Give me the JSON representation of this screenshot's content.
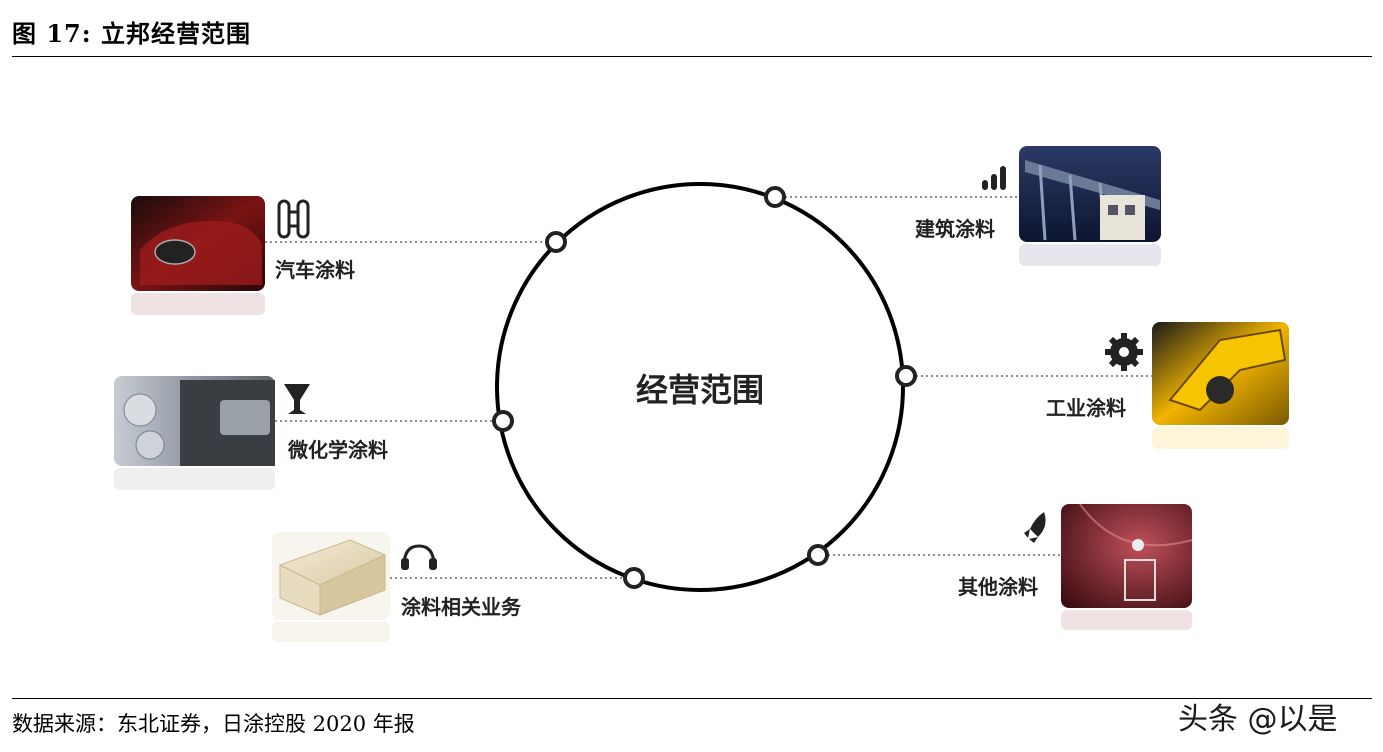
{
  "figure": {
    "title": "图  17:  立邦经营范围",
    "source": "数据来源：东北证券，日涂控股 2020 年报",
    "watermark": "头条 @以是"
  },
  "diagram": {
    "center_label": "经营范围",
    "items": [
      {
        "label": "汽车涂料",
        "icon": "chain-link-icon"
      },
      {
        "label": "微化学涂料",
        "icon": "wine-glass-icon"
      },
      {
        "label": "涂料相关业务",
        "icon": "headphones-icon"
      },
      {
        "label": "建筑涂料",
        "icon": "signal-bars-icon"
      },
      {
        "label": "工业涂料",
        "icon": "gear-icon"
      },
      {
        "label": "其他涂料",
        "icon": "rocket-icon"
      }
    ]
  }
}
